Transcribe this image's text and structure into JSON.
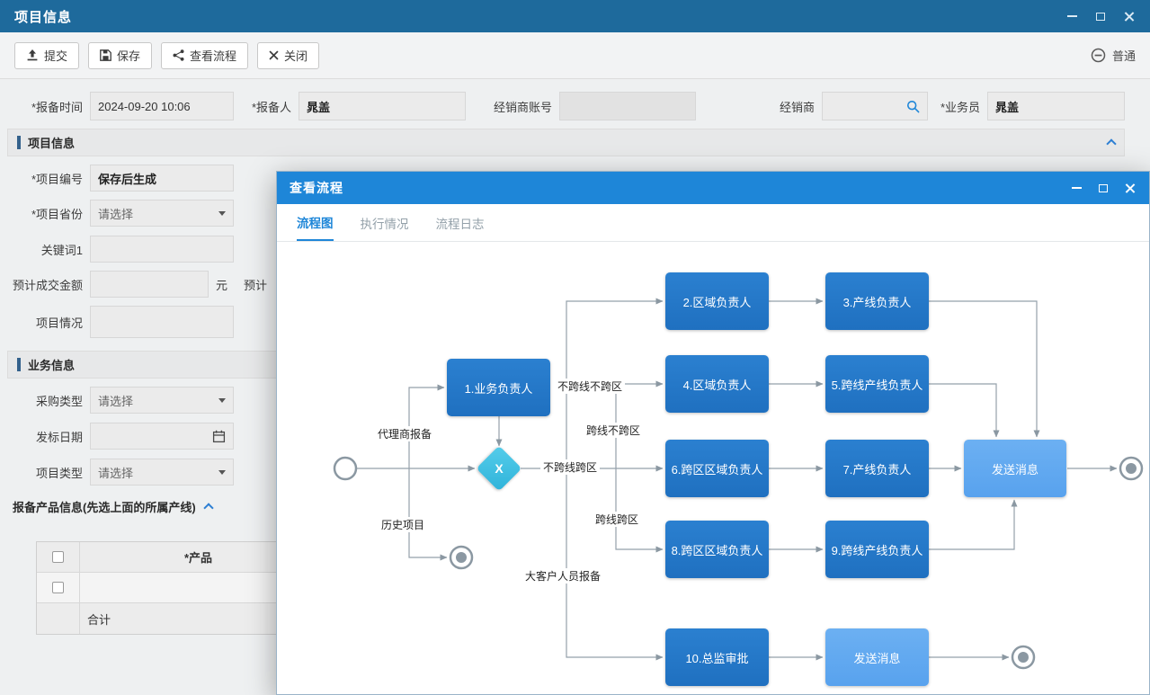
{
  "window": {
    "title": "项目信息"
  },
  "toolbar": {
    "buttons": [
      {
        "label": "提交"
      },
      {
        "label": "保存"
      },
      {
        "label": "查看流程"
      },
      {
        "label": "关闭"
      }
    ],
    "mode_label": "普通"
  },
  "form": {
    "top_fields": [
      {
        "label": "*报备时间",
        "value": "2024-09-20 10:06"
      },
      {
        "label": "*报备人",
        "value": "晁盖"
      },
      {
        "label": "经销商账号",
        "value": ""
      },
      {
        "label": "经销商",
        "value": ""
      },
      {
        "label": "*业务员",
        "value": "晁盖"
      }
    ],
    "section_project": {
      "title": "项目信息",
      "rows": [
        {
          "label": "*项目编号",
          "value": "保存后生成"
        },
        {
          "label": "*项目省份",
          "value": "请选择"
        },
        {
          "label": "关键词1",
          "value": ""
        },
        {
          "label": "预计成交金额",
          "value": "",
          "suffix": "元",
          "next_partial": "预计"
        },
        {
          "label": "项目情况",
          "value": ""
        }
      ]
    },
    "section_business": {
      "title": "业务信息",
      "rows": [
        {
          "label": "采购类型",
          "value": "请选择"
        },
        {
          "label": "发标日期",
          "value": ""
        },
        {
          "label": "项目类型",
          "value": "请选择"
        }
      ]
    },
    "product_section": {
      "title": "报备产品信息(先选上面的所属产线)",
      "table": {
        "columns": [
          "*产品"
        ],
        "total_label": "合计"
      }
    }
  },
  "modal": {
    "title": "查看流程",
    "tabs": [
      "流程图",
      "执行情况",
      "流程日志"
    ],
    "active_tab": "流程图",
    "flow": {
      "gateway_label": "X",
      "nodes": [
        {
          "label": "1.业务负责人"
        },
        {
          "label": "2.区域负责人"
        },
        {
          "label": "3.产线负责人"
        },
        {
          "label": "4.区域负责人"
        },
        {
          "label": "5.跨线产线负责人"
        },
        {
          "label": "6.跨区区域负责人"
        },
        {
          "label": "7.产线负责人"
        },
        {
          "label": "8.跨区区域负责人"
        },
        {
          "label": "9.跨线产线负责人"
        },
        {
          "label": "发送消息"
        },
        {
          "label": "10.总监审批"
        },
        {
          "label": "发送消息"
        }
      ],
      "edge_labels": [
        "代理商报备",
        "不跨线不跨区",
        "跨线不跨区",
        "不跨线跨区",
        "跨线跨区",
        "历史项目",
        "大客户人员报备"
      ]
    }
  },
  "colors": {
    "titlebar": "#1e6a9c",
    "modal_titlebar": "#1e86d8",
    "node_dark": "#2277c8",
    "node_light": "#61aaf1",
    "gateway": "#3cbfe3",
    "edge": "#95a1ab"
  }
}
